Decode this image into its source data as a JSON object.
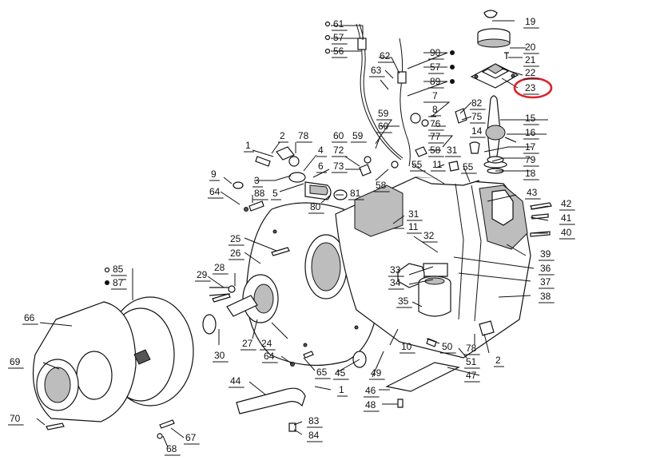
{
  "diagram": {
    "highlight": {
      "label": "23",
      "color": "#e0202a"
    },
    "labels": [
      {
        "id": "p19",
        "text": "19"
      },
      {
        "id": "p20",
        "text": "20"
      },
      {
        "id": "p21",
        "text": "21"
      },
      {
        "id": "p22",
        "text": "22"
      },
      {
        "id": "p23",
        "text": "23"
      },
      {
        "id": "p61",
        "text": "61"
      },
      {
        "id": "p57a",
        "text": "57"
      },
      {
        "id": "p56",
        "text": "56"
      },
      {
        "id": "p62",
        "text": "62"
      },
      {
        "id": "p63",
        "text": "63"
      },
      {
        "id": "p90",
        "text": "90"
      },
      {
        "id": "p57b",
        "text": "57"
      },
      {
        "id": "p89",
        "text": "89"
      },
      {
        "id": "p7",
        "text": "7"
      },
      {
        "id": "p8",
        "text": "8"
      },
      {
        "id": "p76",
        "text": "76"
      },
      {
        "id": "p82",
        "text": "82"
      },
      {
        "id": "p75",
        "text": "75"
      },
      {
        "id": "p15",
        "text": "15"
      },
      {
        "id": "p14",
        "text": "14"
      },
      {
        "id": "p16",
        "text": "16"
      },
      {
        "id": "p17",
        "text": "17"
      },
      {
        "id": "p79",
        "text": "79"
      },
      {
        "id": "p18",
        "text": "18"
      },
      {
        "id": "p77",
        "text": "77"
      },
      {
        "id": "p58a",
        "text": "58"
      },
      {
        "id": "p31a",
        "text": "31"
      },
      {
        "id": "p59a",
        "text": "59"
      },
      {
        "id": "p60a",
        "text": "60"
      },
      {
        "id": "p60b",
        "text": "60"
      },
      {
        "id": "p59b",
        "text": "59"
      },
      {
        "id": "p2a",
        "text": "2"
      },
      {
        "id": "p78a",
        "text": "78"
      },
      {
        "id": "p1a",
        "text": "1"
      },
      {
        "id": "p4",
        "text": "4"
      },
      {
        "id": "p72",
        "text": "72"
      },
      {
        "id": "p6",
        "text": "6"
      },
      {
        "id": "p73",
        "text": "73"
      },
      {
        "id": "p3",
        "text": "3"
      },
      {
        "id": "p9",
        "text": "9"
      },
      {
        "id": "p64a",
        "text": "64"
      },
      {
        "id": "p88",
        "text": "88"
      },
      {
        "id": "p5",
        "text": "5"
      },
      {
        "id": "p81",
        "text": "81"
      },
      {
        "id": "p80",
        "text": "80"
      },
      {
        "id": "p58b",
        "text": "58"
      },
      {
        "id": "p55a",
        "text": "55"
      },
      {
        "id": "p11a",
        "text": "11"
      },
      {
        "id": "p55b",
        "text": "55"
      },
      {
        "id": "p43",
        "text": "43"
      },
      {
        "id": "p42",
        "text": "42"
      },
      {
        "id": "p41",
        "text": "41"
      },
      {
        "id": "p40",
        "text": "40"
      },
      {
        "id": "p31b",
        "text": "31"
      },
      {
        "id": "p11b",
        "text": "11"
      },
      {
        "id": "p32",
        "text": "32"
      },
      {
        "id": "p25",
        "text": "25"
      },
      {
        "id": "p26",
        "text": "26"
      },
      {
        "id": "p39",
        "text": "39"
      },
      {
        "id": "p36",
        "text": "36"
      },
      {
        "id": "p85",
        "text": "85"
      },
      {
        "id": "p87",
        "text": "87"
      },
      {
        "id": "p28",
        "text": "28"
      },
      {
        "id": "p29",
        "text": "29"
      },
      {
        "id": "p33",
        "text": "33"
      },
      {
        "id": "p34",
        "text": "34"
      },
      {
        "id": "p37",
        "text": "37"
      },
      {
        "id": "p35",
        "text": "35"
      },
      {
        "id": "p38",
        "text": "38"
      },
      {
        "id": "p66",
        "text": "66"
      },
      {
        "id": "p30",
        "text": "30"
      },
      {
        "id": "p27",
        "text": "27"
      },
      {
        "id": "p24",
        "text": "24"
      },
      {
        "id": "p10",
        "text": "10"
      },
      {
        "id": "p50",
        "text": "50"
      },
      {
        "id": "p78b",
        "text": "78"
      },
      {
        "id": "p2b",
        "text": "2"
      },
      {
        "id": "p51",
        "text": "51"
      },
      {
        "id": "p69",
        "text": "69"
      },
      {
        "id": "p64b",
        "text": "64"
      },
      {
        "id": "p65",
        "text": "65"
      },
      {
        "id": "p45",
        "text": "45"
      },
      {
        "id": "p49",
        "text": "49"
      },
      {
        "id": "p47",
        "text": "47"
      },
      {
        "id": "p44",
        "text": "44"
      },
      {
        "id": "p1b",
        "text": "1"
      },
      {
        "id": "p46",
        "text": "46"
      },
      {
        "id": "p48",
        "text": "48"
      },
      {
        "id": "p70",
        "text": "70"
      },
      {
        "id": "p83",
        "text": "83"
      },
      {
        "id": "p67",
        "text": "67"
      },
      {
        "id": "p84",
        "text": "84"
      },
      {
        "id": "p68",
        "text": "68"
      }
    ]
  }
}
